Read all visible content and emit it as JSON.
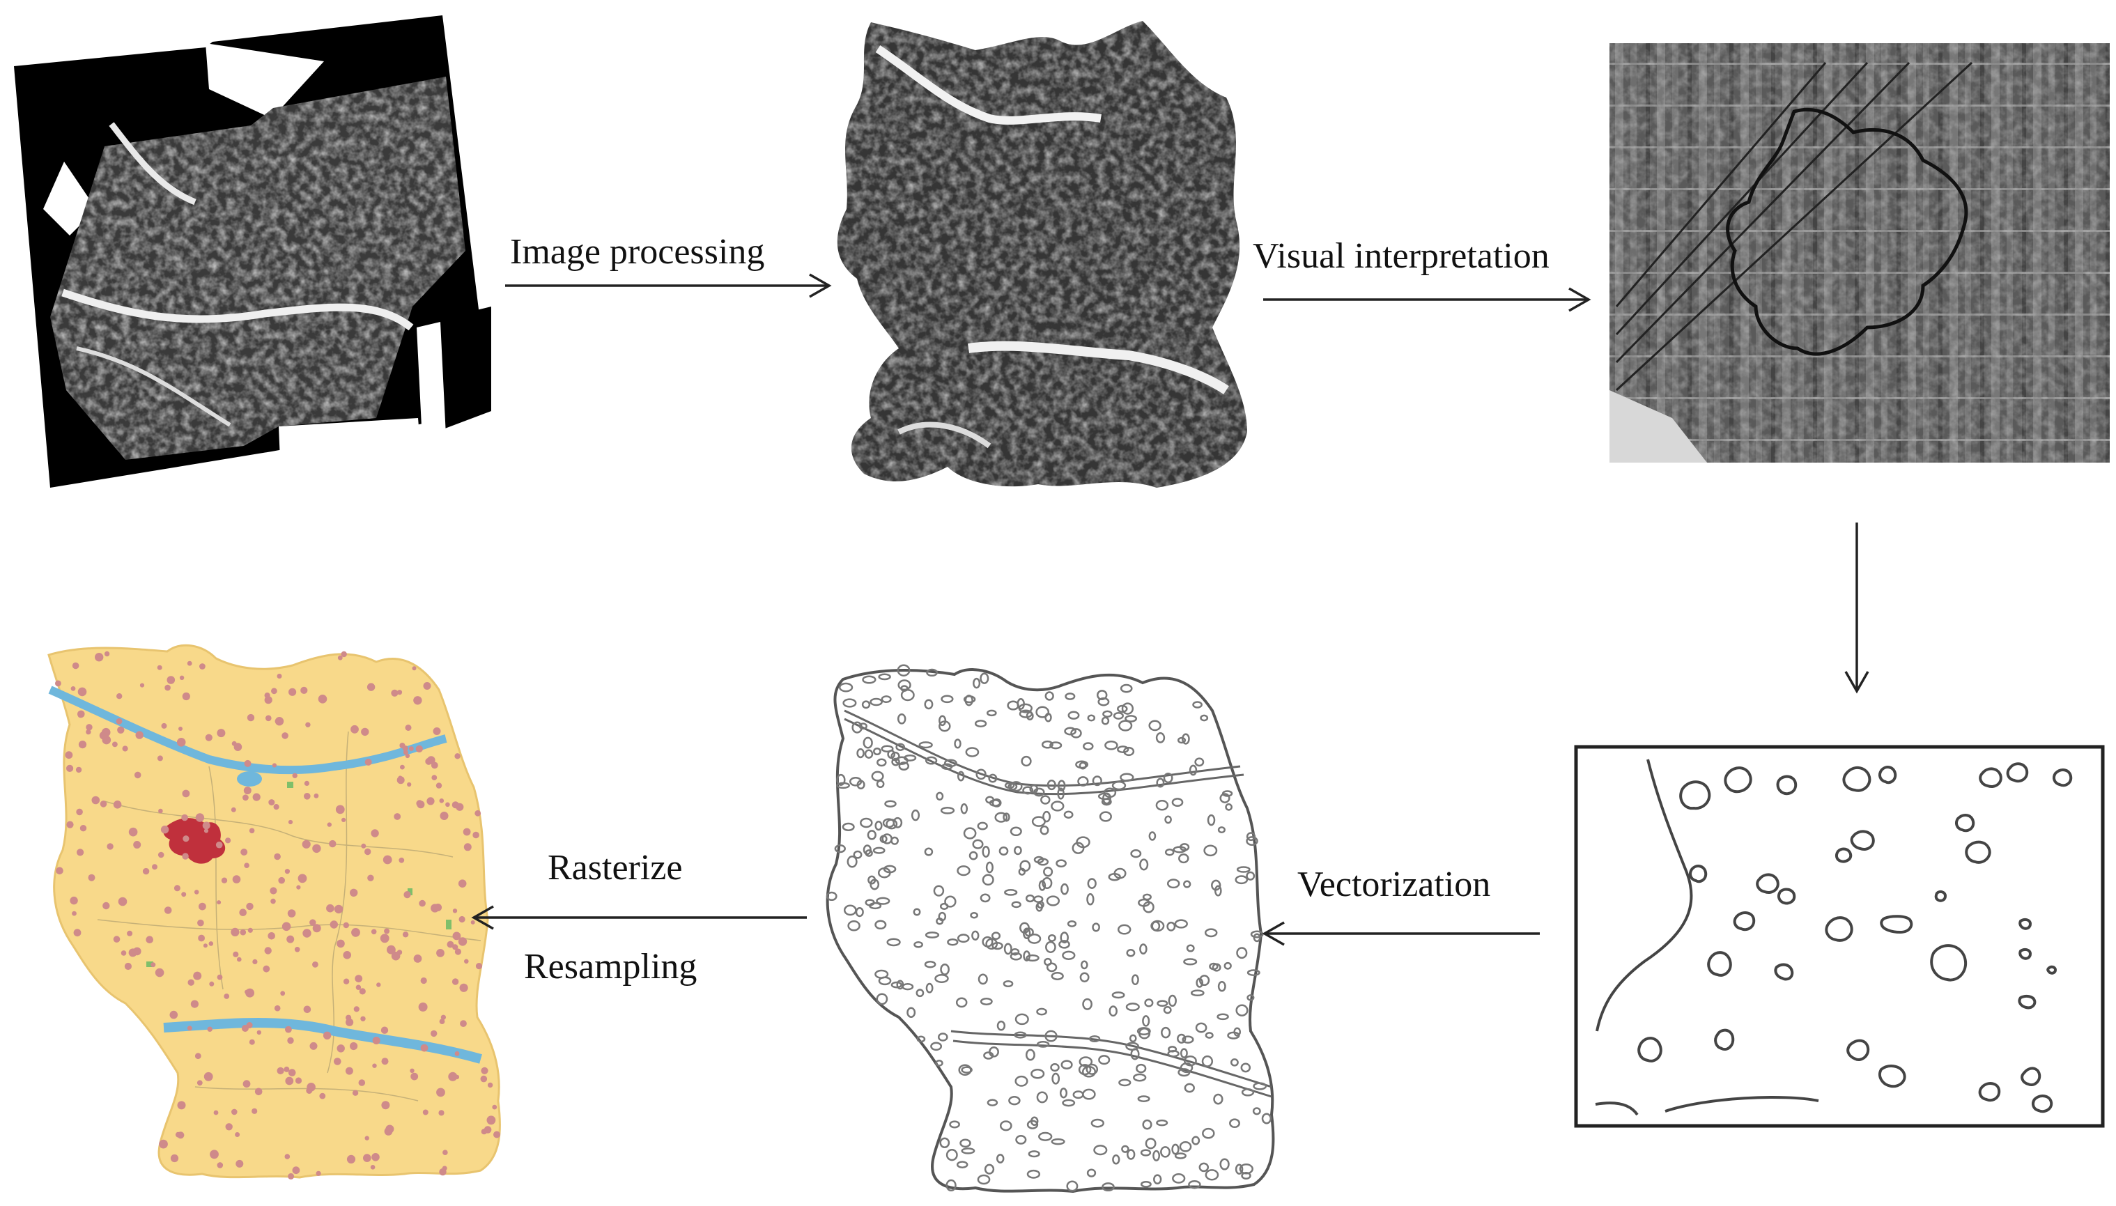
{
  "steps": {
    "image_processing": "Image processing",
    "visual_interpretation": "Visual interpretation",
    "vectorization": "Vectorization",
    "rasterize": "Rasterize",
    "resampling": "Resampling"
  },
  "colors": {
    "landuse_fill": "#f8d98a",
    "settlement_dots": "#cf8a8a",
    "urban": "#c0303c",
    "river": "#6fb7dc",
    "boundary": "#a8a8a8",
    "vegetation": "#7fbf6a",
    "outline": "#444444",
    "arrow": "#222222"
  }
}
